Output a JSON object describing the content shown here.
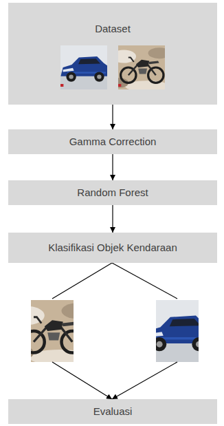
{
  "diagram": {
    "nodes": [
      {
        "text": [
          "Dataset"
        ]
      },
      {
        "text": [
          "Gamma Correction"
        ]
      },
      {
        "text": [
          "Random Forest"
        ]
      },
      {
        "text": [
          "Klasifikasi Objek Kendaraan"
        ]
      },
      {
        "text": [
          "Evaluasi"
        ]
      }
    ],
    "edges": [
      {
        "from": 0,
        "to": 1,
        "arrow": "to"
      },
      {
        "from": 1,
        "to": 2,
        "arrow": "to"
      },
      {
        "from": 2,
        "to": 3,
        "arrow": "to"
      }
    ]
  }
}
